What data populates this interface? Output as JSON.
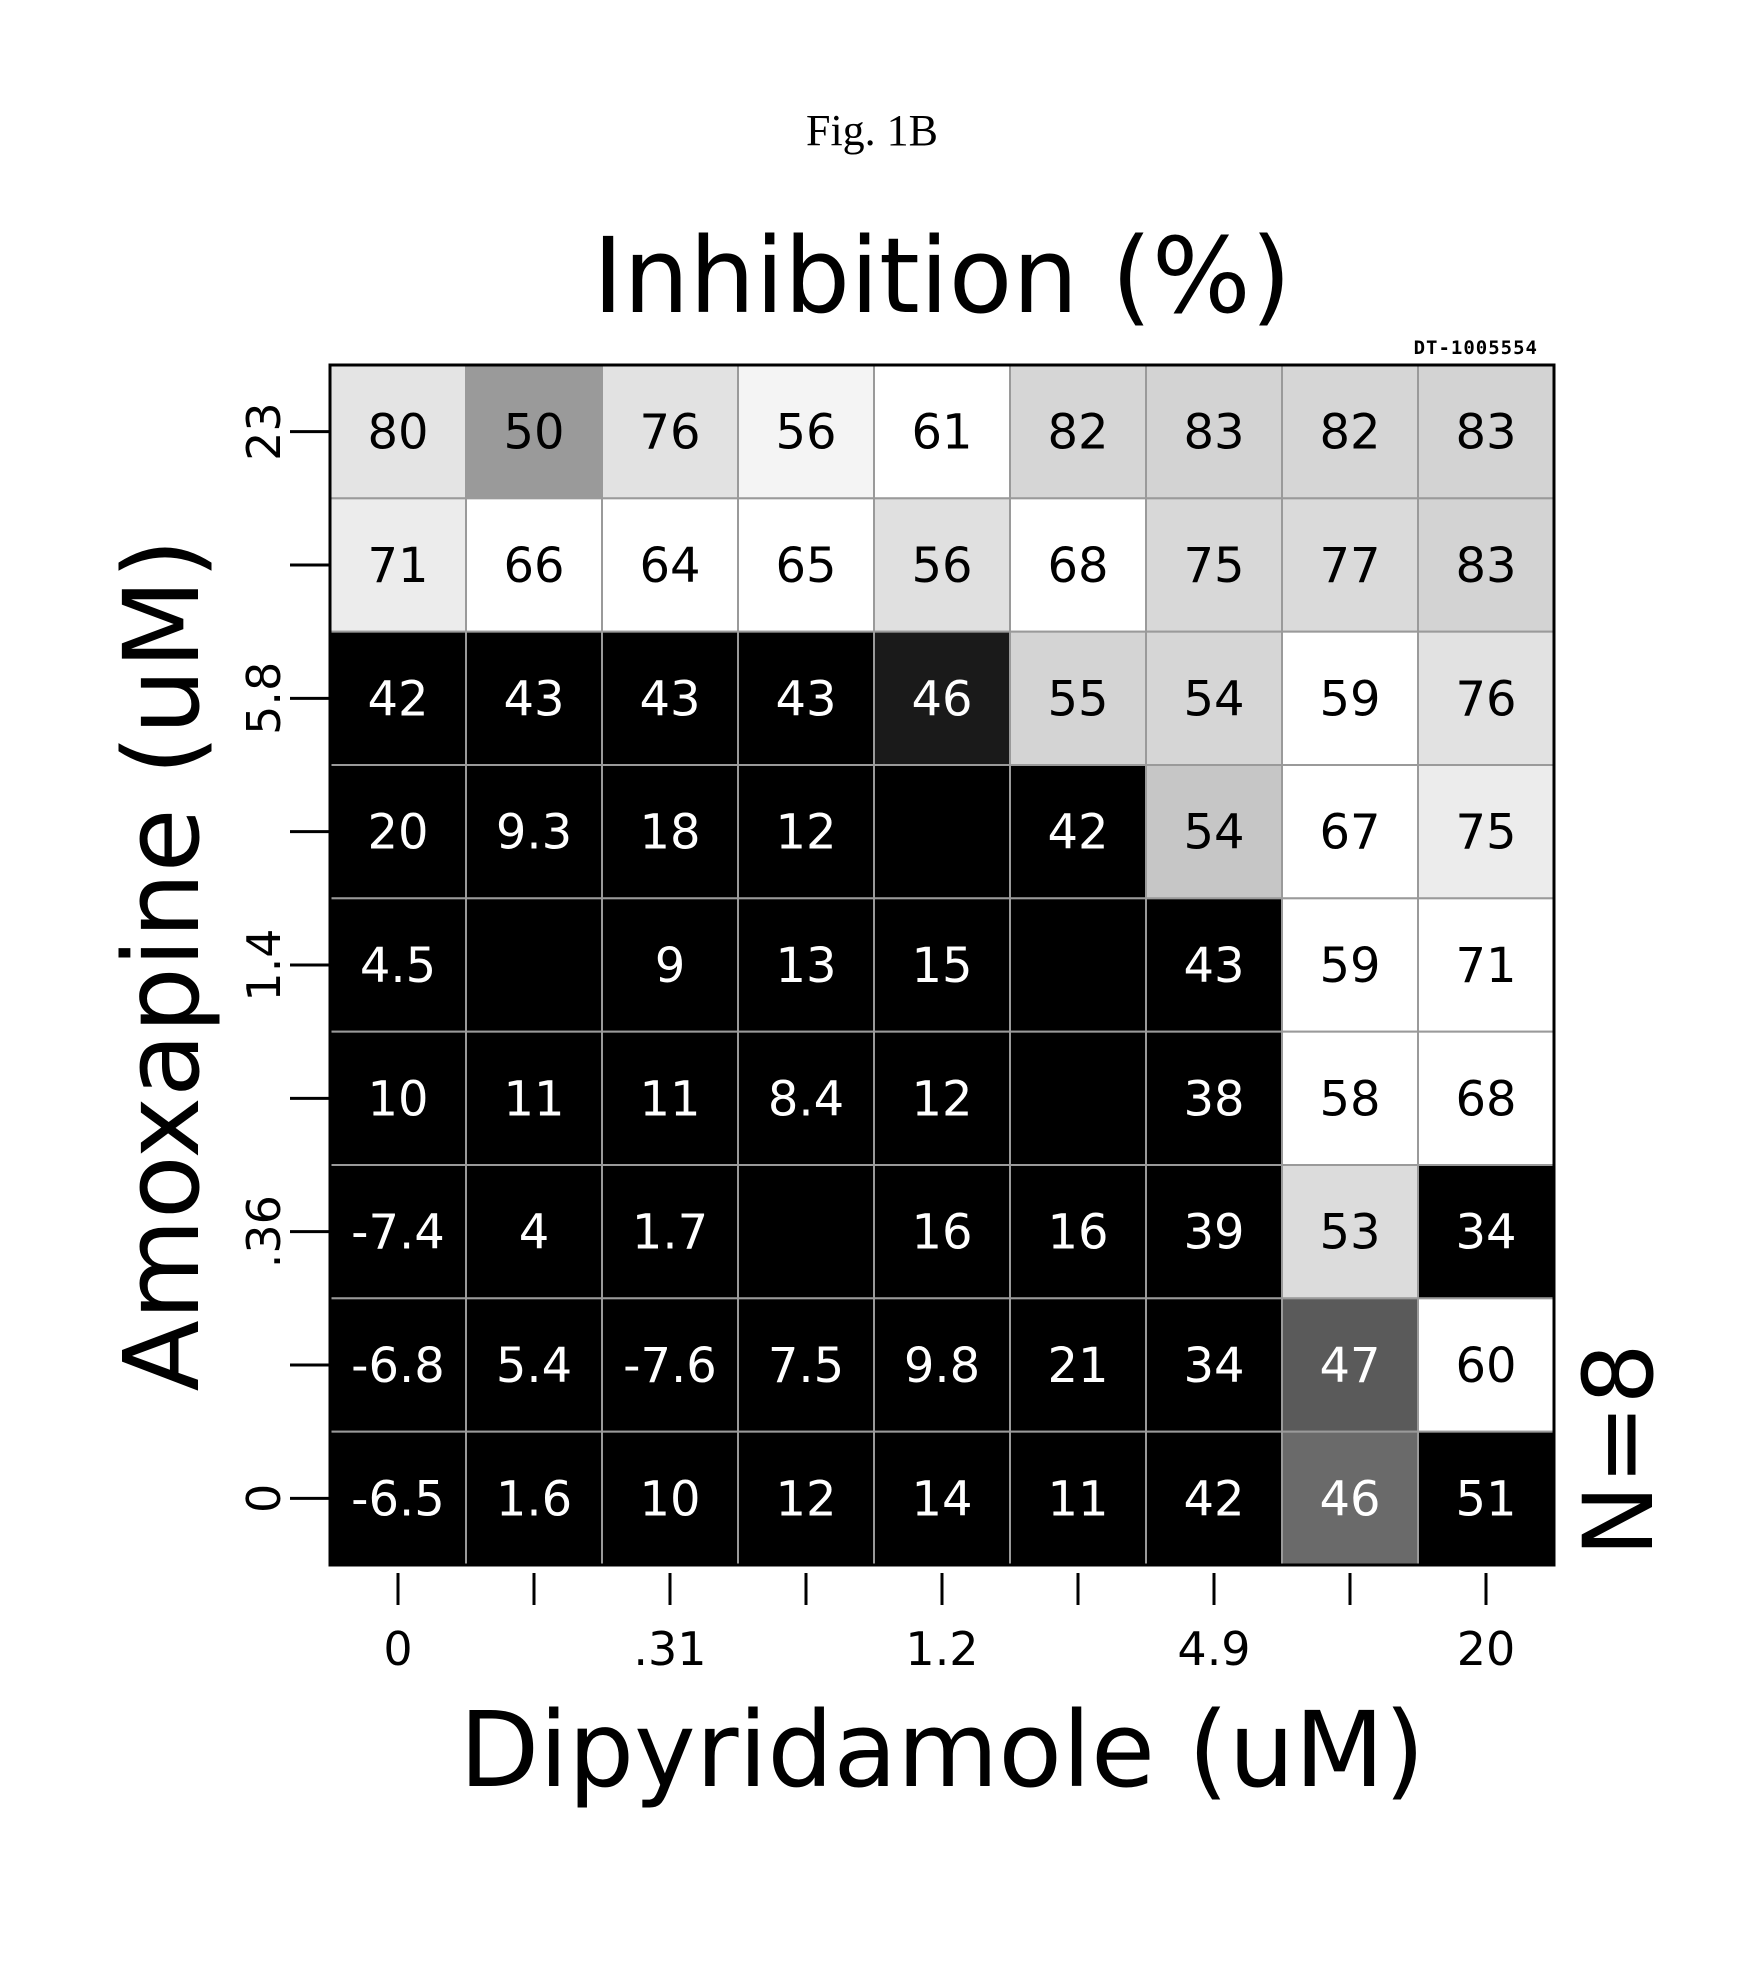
{
  "figure_label": "Fig. 1B",
  "stamp_text": "DT-1005554",
  "n_label": "N=8",
  "colors": {
    "background": "#ffffff",
    "cell_border": "#9a9a9a",
    "grid_frame": "#000000",
    "dark_fill": "#000000",
    "dark_text": "#000000",
    "light_text": "#ffffff"
  },
  "chart_data": {
    "type": "heatmap",
    "title": "Inhibition (%)",
    "xlabel": "Dipyridamole (uM)",
    "ylabel": "Amoxapine (uM)",
    "x_ticks_count": 9,
    "x_tick_labels": [
      "0",
      "",
      ".31",
      "",
      "1.2",
      "",
      "4.9",
      "",
      "20"
    ],
    "y_ticks_count": 9,
    "y_tick_labels_top_to_bottom": [
      "23",
      "",
      "5.8",
      "",
      "1.4",
      "",
      ".36",
      "",
      "0"
    ],
    "values": [
      [
        80,
        50,
        76,
        56,
        61,
        82,
        83,
        82,
        83
      ],
      [
        71,
        66,
        64,
        65,
        56,
        68,
        75,
        77,
        83
      ],
      [
        42,
        43,
        43,
        43,
        46,
        55,
        54,
        59,
        76
      ],
      [
        20,
        9.3,
        18,
        12,
        null,
        42,
        54,
        67,
        75
      ],
      [
        4.5,
        null,
        9,
        13,
        15,
        null,
        43,
        59,
        71
      ],
      [
        10,
        11,
        11,
        8.4,
        12,
        null,
        38,
        58,
        68
      ],
      [
        -7.4,
        4,
        1.7,
        null,
        16,
        16,
        39,
        53,
        34
      ],
      [
        -6.8,
        5.4,
        -7.6,
        7.5,
        9.8,
        21,
        34,
        47,
        60
      ],
      [
        -6.5,
        1.6,
        10,
        12,
        14,
        11,
        42,
        46,
        51
      ]
    ],
    "cell_fill": [
      [
        "#e4e4e4",
        "#9a9a9a",
        "#e2e2e2",
        "#f4f4f4",
        "#ffffff",
        "#d6d6d6",
        "#d3d3d3",
        "#d6d6d6",
        "#d3d3d3"
      ],
      [
        "#ececec",
        "#ffffff",
        "#ffffff",
        "#ffffff",
        "#e0e0e0",
        "#ffffff",
        "#d8d8d8",
        "#dadada",
        "#d3d3d3"
      ],
      [
        "#000000",
        "#000000",
        "#000000",
        "#000000",
        "#1a1a1a",
        "#d4d4d4",
        "#d6d6d6",
        "#ffffff",
        "#e2e2e2"
      ],
      [
        "#000000",
        "#000000",
        "#000000",
        "#000000",
        "#000000",
        "#000000",
        "#c6c6c6",
        "#ffffff",
        "#ececec"
      ],
      [
        "#000000",
        "#000000",
        "#000000",
        "#000000",
        "#000000",
        "#000000",
        "#000000",
        "#ffffff",
        "#ffffff"
      ],
      [
        "#000000",
        "#000000",
        "#000000",
        "#000000",
        "#000000",
        "#000000",
        "#000000",
        "#ffffff",
        "#ffffff"
      ],
      [
        "#000000",
        "#000000",
        "#000000",
        "#000000",
        "#000000",
        "#000000",
        "#000000",
        "#dcdcdc",
        "#000000"
      ],
      [
        "#000000",
        "#000000",
        "#000000",
        "#000000",
        "#000000",
        "#000000",
        "#000000",
        "#5a5a5a",
        "#ffffff"
      ],
      [
        "#000000",
        "#000000",
        "#000000",
        "#000000",
        "#000000",
        "#000000",
        "#000000",
        "#6a6a6a",
        "#000000"
      ]
    ],
    "grid": false,
    "legend": "none"
  }
}
